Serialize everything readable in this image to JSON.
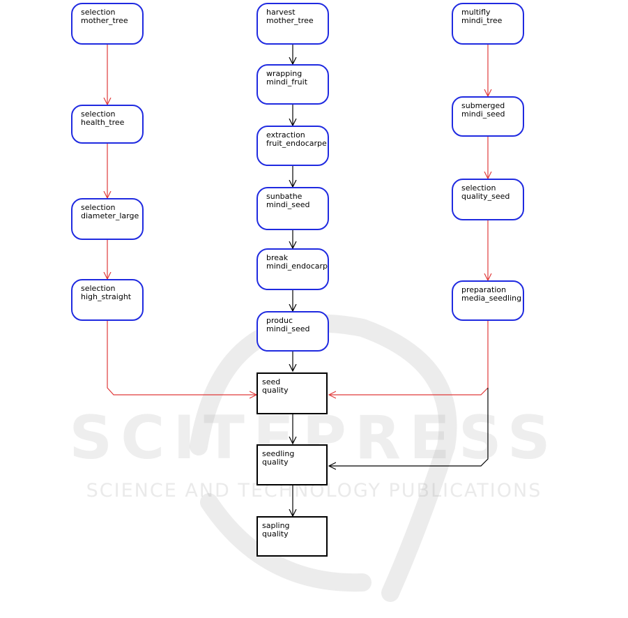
{
  "nodes": {
    "selection_mother_tree": {
      "line1": "selection",
      "line2": "mother_tree"
    },
    "selection_health_tree": {
      "line1": "selection",
      "line2": "health_tree"
    },
    "selection_diameter_large": {
      "line1": "selection",
      "line2": "diameter_large"
    },
    "selection_high_straight": {
      "line1": "selection",
      "line2": "high_straight"
    },
    "harvest_mother_tree": {
      "line1": "harvest",
      "line2": "mother_tree"
    },
    "wrapping_mindi_fruit": {
      "line1": "wrapping",
      "line2": "mindi_fruit"
    },
    "extraction_fruit_endocarpe": {
      "line1": "extraction",
      "line2": "fruit_endocarpe"
    },
    "sunbathe_mindi_seed": {
      "line1": "sunbathe",
      "line2": "mindi_seed"
    },
    "break_mindi_endocarp": {
      "line1": "break",
      "line2": "mindi_endocarp"
    },
    "produc_mindi_seed": {
      "line1": "produc",
      "line2": "mindi_seed"
    },
    "multifly_mindi_tree": {
      "line1": "multifly",
      "line2": "mindi_tree"
    },
    "submerged_mindi_seed": {
      "line1": "submerged",
      "line2": "mindi_seed"
    },
    "selection_quality_seed": {
      "line1": "selection",
      "line2": "quality_seed"
    },
    "preparation_media_seedling": {
      "line1": "preparation",
      "line2": "media_seedling"
    },
    "seed_quality": {
      "line1": "seed",
      "line2": "quality"
    },
    "seedling_quality": {
      "line1": "seedling",
      "line2": "quality"
    },
    "sapling_quality": {
      "line1": "sapling",
      "line2": "quality"
    }
  },
  "watermark": {
    "title": "SCITEPRESS",
    "subtitle": "SCIENCE AND TECHNOLOGY PUBLICATIONS"
  },
  "colors": {
    "node_border": "#1f2ae0",
    "red_edge": "#e03a3a",
    "black_edge": "#000000"
  }
}
